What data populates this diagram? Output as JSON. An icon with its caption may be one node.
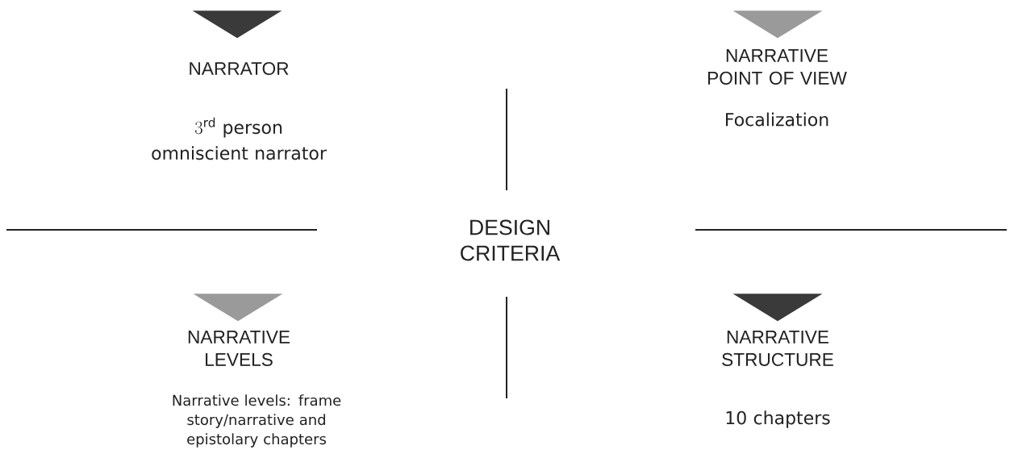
{
  "diagram": {
    "nodes": [
      {
        "text": [],
        "shape": "triangle"
      },
      {
        "text": [],
        "shape": "triangle"
      },
      {
        "text": [],
        "shape": "triangle"
      },
      {
        "text": [],
        "shape": "triangle"
      }
    ],
    "labels": [
      "NARRATOR",
      "3^{\\text{rd}}",
      "person omniscient narrator",
      "NARRATIVE POINT OF VIEW",
      "Focalization",
      "DESIGN CRITERIA",
      "NARRATIVE LEVELS",
      "Narrative levels: frame story/narrative and epistolary chapters",
      "NARRATIVE STRUCTURE",
      "10 chapters"
    ]
  }
}
